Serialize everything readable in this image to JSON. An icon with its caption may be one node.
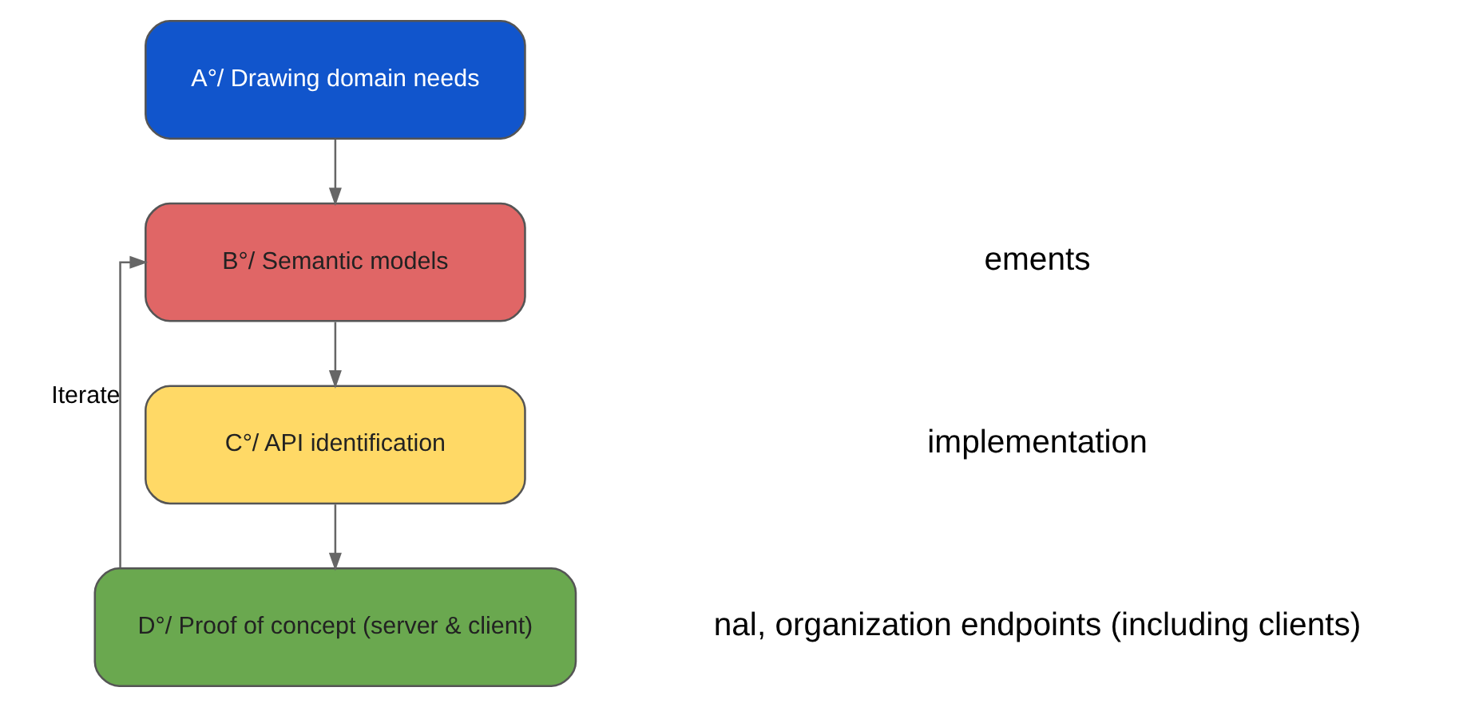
{
  "diagram": {
    "nodes": [
      {
        "text": [
          "A°/ Drawing domain needs"
        ]
      },
      {
        "text": [
          "B°/ Semantic models"
        ]
      },
      {
        "text": [
          "C°/ API identification"
        ]
      },
      {
        "text": [
          "D°/ Proof of concept (server & client)"
        ]
      }
    ],
    "edges": [
      {
        "from": 0,
        "to": 1,
        "arrow": "to"
      },
      {
        "from": 1,
        "to": 2,
        "arrow": "to"
      },
      {
        "from": 2,
        "to": 3,
        "arrow": "to"
      },
      {
        "from": 3,
        "to": 1,
        "arrow": "to",
        "label": "Iterate"
      }
    ],
    "labels": [
      "ements",
      "implementation",
      "nal, organization endpoints (including clients)"
    ]
  }
}
